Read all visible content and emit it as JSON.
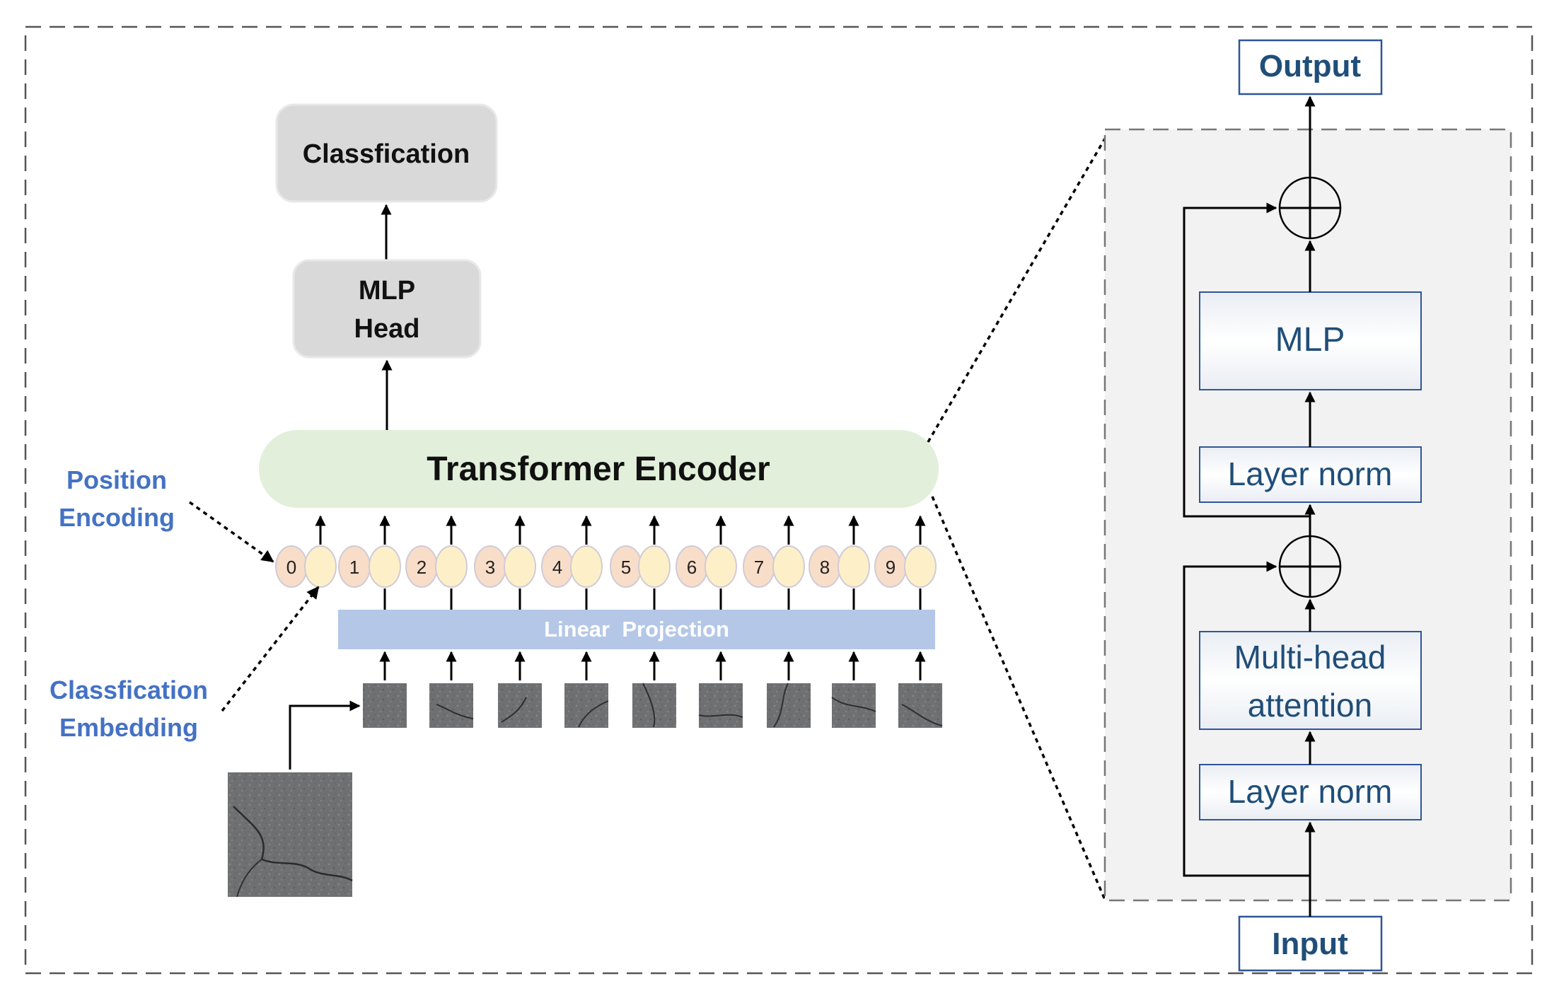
{
  "left": {
    "classification_box": "Classfication",
    "mlp_head": [
      "MLP",
      "Head"
    ],
    "encoder": "Transformer Encoder",
    "position_encoding": [
      "Position",
      "Encoding"
    ],
    "classification_embedding": [
      "Classfication",
      "Embedding"
    ],
    "linear_projection": "Linear  Projection",
    "tokens": [
      "0",
      "1",
      "2",
      "3",
      "4",
      "5",
      "6",
      "7",
      "8",
      "9"
    ]
  },
  "right": {
    "output": "Output",
    "input": "Input",
    "mlp": "MLP",
    "layer_norm_top": "Layer norm",
    "multi_head": [
      "Multi-head",
      "attention"
    ],
    "layer_norm_bottom": "Layer norm"
  },
  "colors": {
    "gray_box": "#d9d9d9",
    "encoder_fill": "#e2efda",
    "projection_fill": "#b4c7e7",
    "token_pos_fill": "#f8ddc8",
    "token_emb_fill": "#fdf0c8",
    "label_blue": "#4472c4",
    "label_navy": "#1f4e79",
    "zoom_panel": "#f2f2f2"
  }
}
